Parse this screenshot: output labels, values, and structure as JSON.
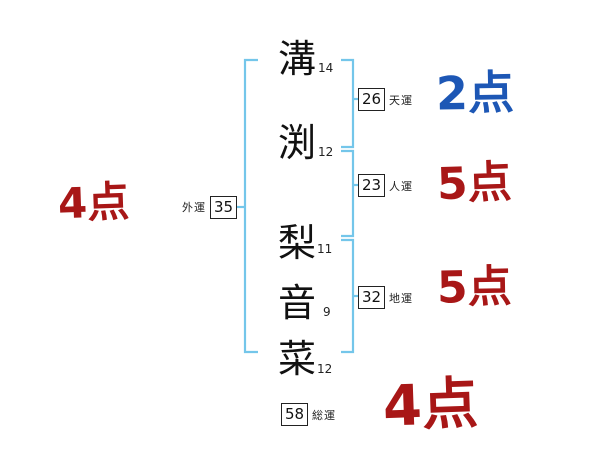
{
  "diagram": {
    "name_chars": [
      {
        "char": "溝",
        "strokes": "14"
      },
      {
        "char": "渕",
        "strokes": "12"
      },
      {
        "char": "梨",
        "strokes": "11"
      },
      {
        "char": "音",
        "strokes": "9"
      },
      {
        "char": "菜",
        "strokes": "12"
      }
    ],
    "lucks": {
      "outer": {
        "label": "外運",
        "value": "35",
        "score": "4点"
      },
      "heaven": {
        "label": "天運",
        "value": "26",
        "score": "2点"
      },
      "person": {
        "label": "人運",
        "value": "23",
        "score": "5点"
      },
      "earth": {
        "label": "地運",
        "value": "32",
        "score": "5点"
      },
      "total": {
        "label": "総運",
        "value": "58",
        "score": "4点"
      }
    },
    "colors": {
      "bracket_blue": "#74c6ea",
      "score_red": "#a81717",
      "score_blue": "#1d57b5"
    }
  }
}
